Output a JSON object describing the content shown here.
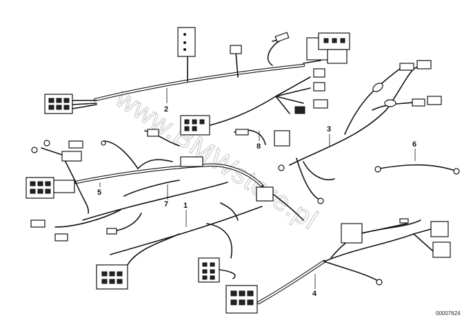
{
  "diagram": {
    "watermark": "www.BMWstore.pl",
    "part_number": "00007624",
    "callouts": [
      {
        "id": "1",
        "label": "1"
      },
      {
        "id": "2",
        "label": "2"
      },
      {
        "id": "3",
        "label": "3"
      },
      {
        "id": "4",
        "label": "4"
      },
      {
        "id": "5",
        "label": "5"
      },
      {
        "id": "6",
        "label": "6"
      },
      {
        "id": "7",
        "label": "7"
      },
      {
        "id": "8",
        "label": "8"
      }
    ]
  }
}
